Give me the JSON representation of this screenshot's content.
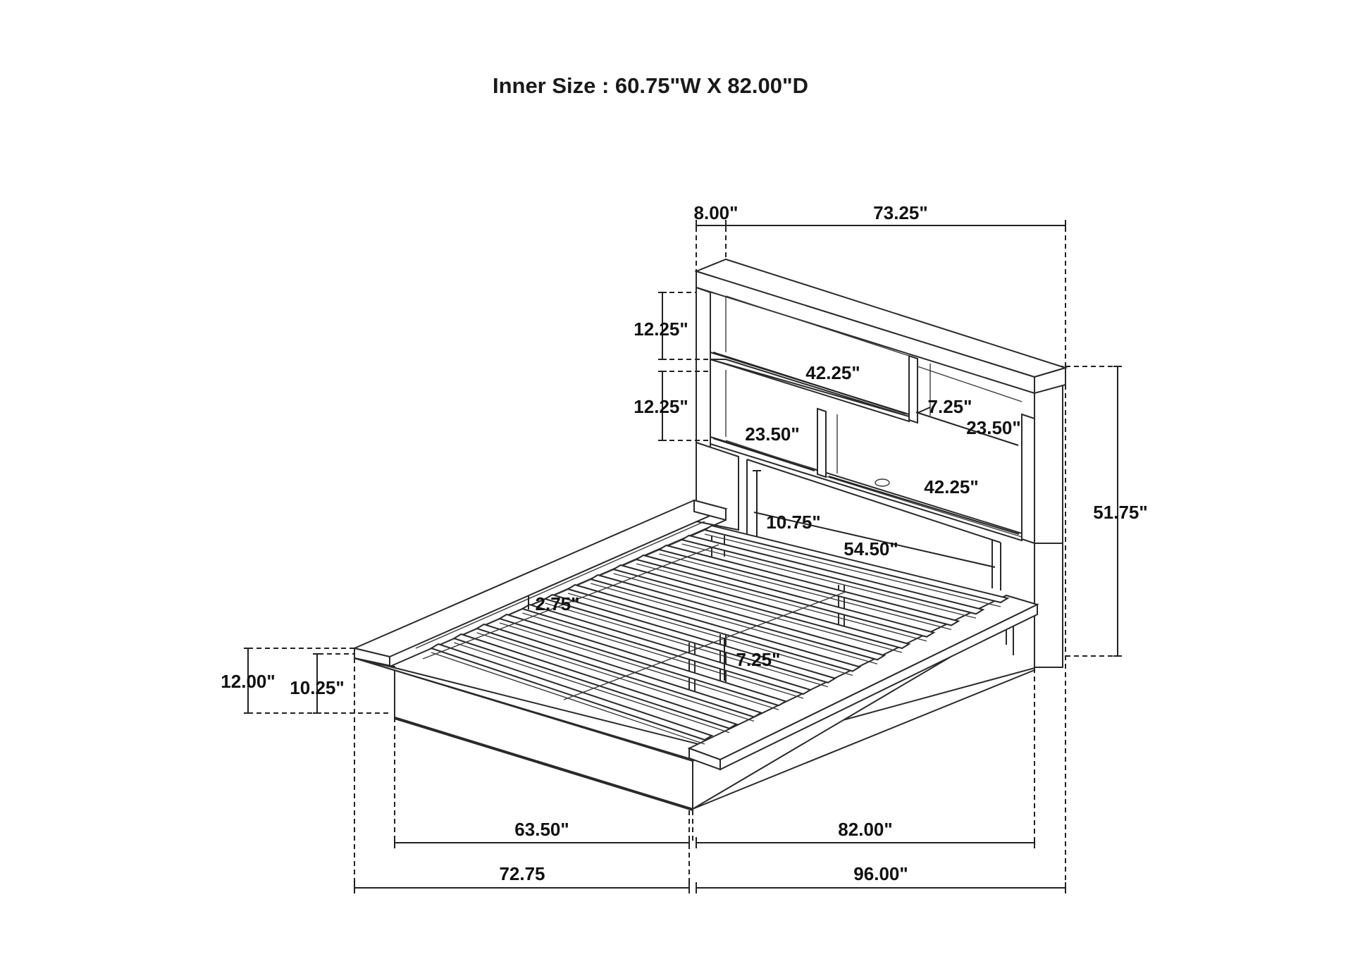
{
  "title": "Inner Size : 60.75\"W X 82.00\"D",
  "dimensions": {
    "headboard_depth": "8.00\"",
    "headboard_width": "73.25\"",
    "upper_shelf_height": "12.25\"",
    "lower_shelf_height": "12.25\"",
    "upper_shelf_width": "42.25\"",
    "right_shelf_width": "23.50\"",
    "right_shelf_depth": "7.25\"",
    "lower_left_shelf_width": "23.50\"",
    "lower_right_shelf_width": "42.25\"",
    "headboard_height": "51.75\"",
    "headboard_clearance": "10.75\"",
    "inner_headboard_width": "54.50\"",
    "slat_thickness": "2.75\"",
    "rail_height": "7.25\"",
    "total_height": "12.00\"",
    "side_height": "10.25\"",
    "inner_width": "63.50\"",
    "inner_length": "82.00\"",
    "overall_width": "72.75",
    "overall_length": "96.00\""
  }
}
